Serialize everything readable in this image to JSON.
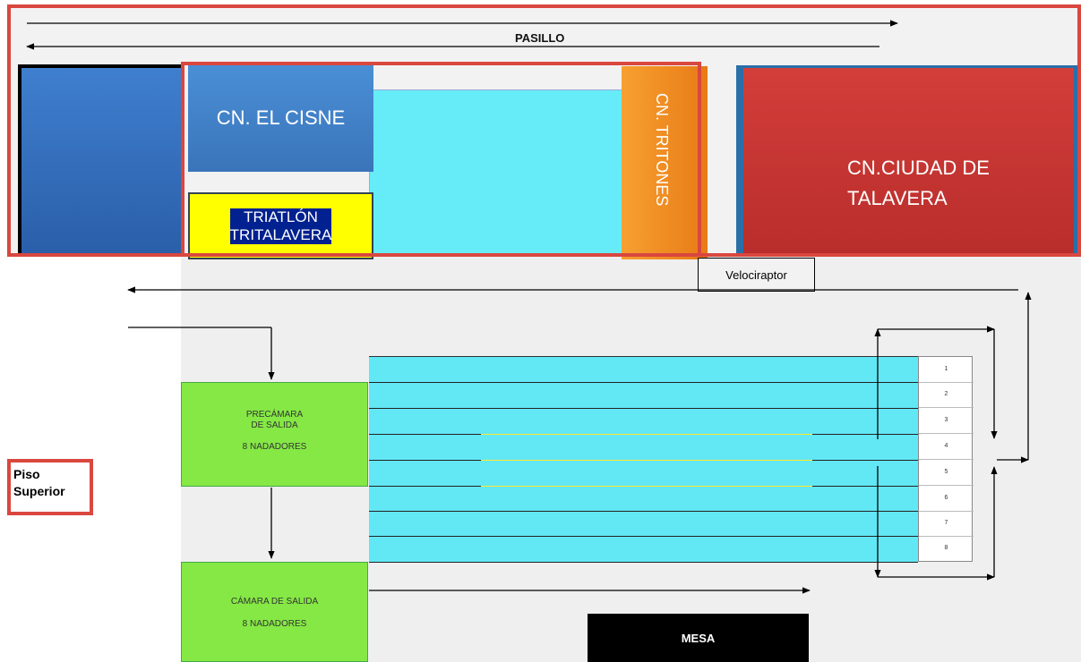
{
  "corridor": {
    "label": "PASILLO"
  },
  "clubs": {
    "cisne": "CN. EL CISNE",
    "triatlon_line1": "TRIATLÓN",
    "triatlon_line2": "TRITALAVERA",
    "tritones": "CN. TRITONES",
    "talavera_line1": "CN.CIUDAD DE",
    "talavera_line2": "TALAVERA"
  },
  "tag": {
    "velociraptor": "Velociraptor"
  },
  "precamara": {
    "line1": "PRECÁMARA",
    "line2": "DE SALIDA",
    "line3": "8 NADADORES"
  },
  "camara": {
    "line1": "CÁMARA DE SALIDA",
    "line2": "8 NADADORES"
  },
  "lanes": [
    "1",
    "2",
    "3",
    "4",
    "5",
    "6",
    "7",
    "8"
  ],
  "mesa": "MESA",
  "piso": {
    "line1": "Piso",
    "line2": "Superior"
  },
  "colors": {
    "pool": "#62e7f5",
    "frame": "#d9473f",
    "green": "#85e845"
  }
}
